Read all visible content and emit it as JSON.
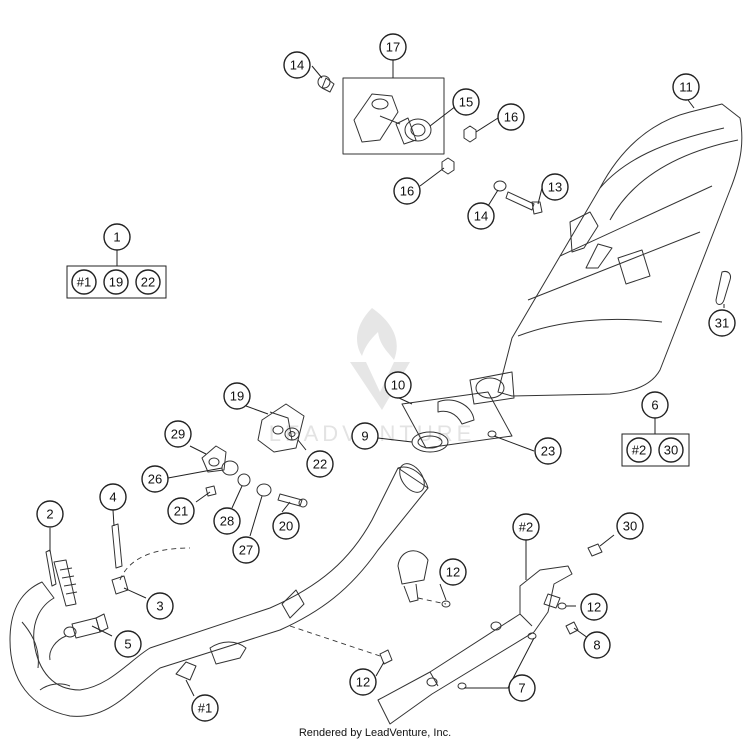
{
  "diagram": {
    "callouts": [
      {
        "id": "c17",
        "label": "17"
      },
      {
        "id": "c14a",
        "label": "14"
      },
      {
        "id": "c15",
        "label": "15"
      },
      {
        "id": "c16a",
        "label": "16"
      },
      {
        "id": "c16b",
        "label": "16"
      },
      {
        "id": "c13",
        "label": "13"
      },
      {
        "id": "c14b",
        "label": "14"
      },
      {
        "id": "c11",
        "label": "11"
      },
      {
        "id": "c1",
        "label": "1"
      },
      {
        "id": "c31",
        "label": "31"
      },
      {
        "id": "c10",
        "label": "10"
      },
      {
        "id": "c9",
        "label": "9"
      },
      {
        "id": "c23",
        "label": "23"
      },
      {
        "id": "c6",
        "label": "6"
      },
      {
        "id": "c19",
        "label": "19"
      },
      {
        "id": "c29",
        "label": "29"
      },
      {
        "id": "c22",
        "label": "22"
      },
      {
        "id": "c26",
        "label": "26"
      },
      {
        "id": "c21",
        "label": "21"
      },
      {
        "id": "c28",
        "label": "28"
      },
      {
        "id": "c20",
        "label": "20"
      },
      {
        "id": "c27",
        "label": "27"
      },
      {
        "id": "c2",
        "label": "2"
      },
      {
        "id": "c4",
        "label": "4"
      },
      {
        "id": "c3",
        "label": "3"
      },
      {
        "id": "c5",
        "label": "5"
      },
      {
        "id": "cH2",
        "label": "#2"
      },
      {
        "id": "c30",
        "label": "30"
      },
      {
        "id": "c12a",
        "label": "12"
      },
      {
        "id": "c12b",
        "label": "12"
      },
      {
        "id": "c8",
        "label": "8"
      },
      {
        "id": "c12c",
        "label": "12"
      },
      {
        "id": "c7",
        "label": "7"
      },
      {
        "id": "cH1",
        "label": "#1"
      }
    ],
    "kits": [
      {
        "id": "kit1",
        "items": [
          "#1",
          "19",
          "22"
        ]
      },
      {
        "id": "kit6",
        "items": [
          "#2",
          "30"
        ]
      }
    ],
    "watermark": "LEADVENTURE",
    "credit": "Rendered by LeadVenture, Inc."
  }
}
